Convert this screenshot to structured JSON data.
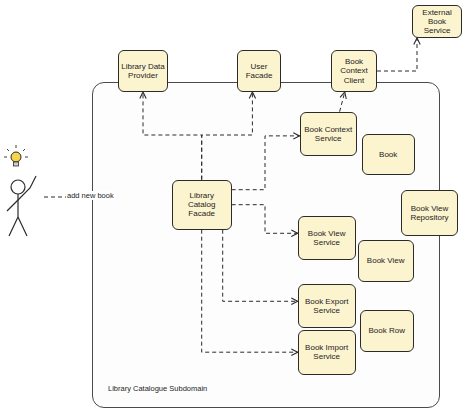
{
  "diagram": {
    "nodes": [
      {
        "text": [
          "Library Catalogue Subdomain"
        ]
      },
      {
        "text": [
          "Library Data Provider"
        ]
      },
      {
        "text": [
          "User Facade"
        ]
      },
      {
        "text": [
          "Book Context Client"
        ]
      },
      {
        "text": [
          "External Book Service"
        ]
      },
      {
        "text": [
          "Library Catalog Facade"
        ],
        "in": 0
      },
      {
        "text": [
          "Book Context Service"
        ],
        "in": 0
      },
      {
        "text": [
          "Book"
        ],
        "in": 0
      },
      {
        "text": [
          "Book View Repository"
        ]
      },
      {
        "text": [
          "Book View Service"
        ],
        "in": 0
      },
      {
        "text": [
          "Book View"
        ],
        "in": 0
      },
      {
        "text": [
          "Book Export Service"
        ],
        "in": 0
      },
      {
        "text": [
          "Book Row"
        ],
        "in": 0
      },
      {
        "text": [
          "Book Import Service"
        ],
        "in": 0
      }
    ],
    "edges": [
      {
        "from": 5,
        "to": 1,
        "arrow": "to"
      },
      {
        "from": 5,
        "to": 2,
        "arrow": "to"
      },
      {
        "from": 5,
        "to": 6,
        "arrow": "to"
      },
      {
        "from": 5,
        "to": 9,
        "arrow": "to"
      },
      {
        "from": 5,
        "to": 11,
        "arrow": "to"
      },
      {
        "from": 5,
        "to": 13,
        "arrow": "to"
      },
      {
        "from": 6,
        "to": 3,
        "arrow": "to"
      },
      {
        "from": 3,
        "to": 4,
        "arrow": "to"
      }
    ],
    "labels": [
      "add new book"
    ]
  }
}
